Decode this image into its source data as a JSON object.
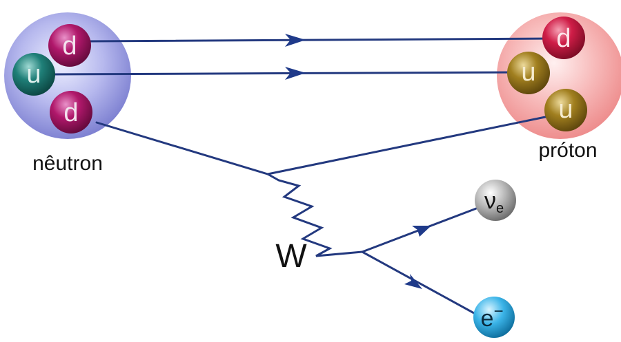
{
  "labels": {
    "neutron": "nêutron",
    "proton": "próton",
    "boson": "W"
  },
  "neutron_quarks": [
    "d",
    "u",
    "d"
  ],
  "proton_quarks": [
    "d",
    "u",
    "u"
  ],
  "leptons": {
    "neutrino_symbol": "ν",
    "neutrino_subscript": "e",
    "electron_symbol": "e",
    "electron_superscript": "−"
  },
  "colors": {
    "line": "#23397f",
    "arrow": "#1f3a8a",
    "d_quark": "#c0143a",
    "u_quark_neutron": "#1d7a73",
    "u_quark_proton": "#9c7a1c",
    "neutron_halo": "#8e8fdb",
    "proton_halo": "#f29a9a",
    "neutrino": "#9a9a9a",
    "electron": "#1aa0d8"
  }
}
